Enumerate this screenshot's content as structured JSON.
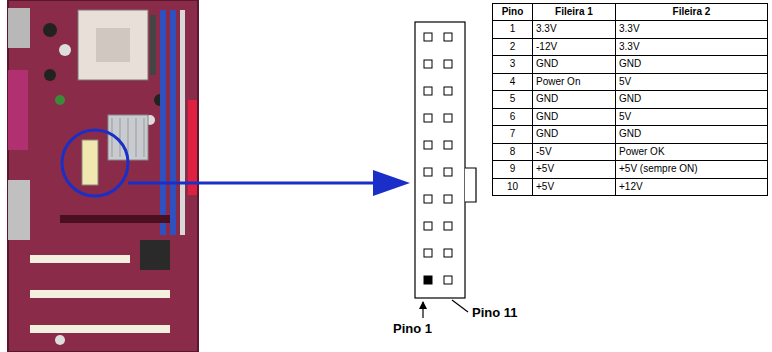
{
  "diagram": {
    "labels": [
      "Pino",
      "Fileira 1",
      "Fileira 2",
      "1",
      "3.3V",
      "3.3V",
      "2",
      "-12V",
      "3.3V",
      "3",
      "GND",
      "GND",
      "4",
      "Power On",
      "5V",
      "5",
      "GND",
      "GND",
      "6",
      "GND",
      "5V",
      "7",
      "GND",
      "GND",
      "8",
      "-5V",
      "Power OK",
      "9",
      "+5V",
      "+5V (sempre ON)",
      "10",
      "+5V",
      "+12V",
      "Pino 1",
      "Pino 11"
    ]
  }
}
